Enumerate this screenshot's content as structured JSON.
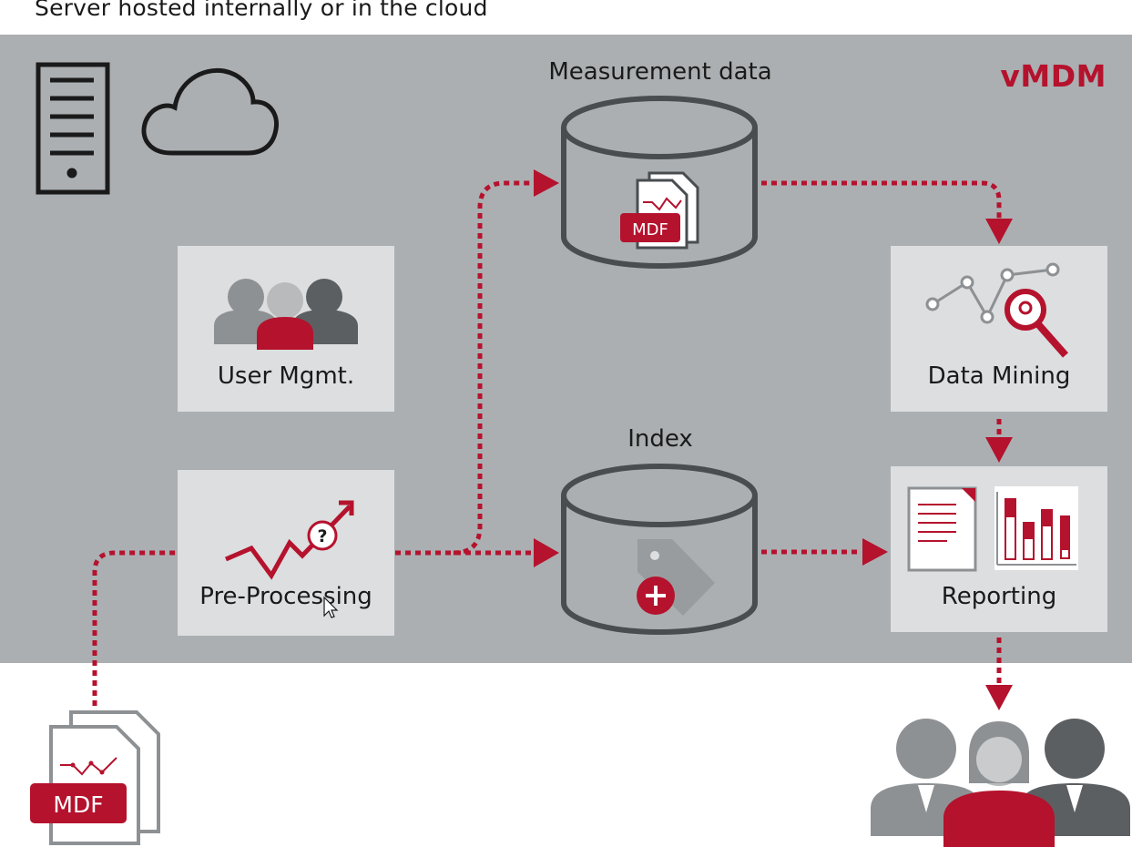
{
  "header": {
    "title": "Server hosted internally or in the cloud",
    "brand": "vMDM"
  },
  "databases": {
    "measurement": {
      "label": "Measurement data",
      "badge": "MDF"
    },
    "index": {
      "label": "Index"
    }
  },
  "modules": {
    "user_mgmt": "User Mgmt.",
    "pre_processing": "Pre-Processing",
    "data_mining": "Data Mining",
    "reporting": "Reporting"
  },
  "input_file": {
    "badge": "MDF"
  },
  "icons": [
    "server-icon",
    "cloud-icon",
    "users-icon",
    "trend-question-icon",
    "magnifier-chart-icon",
    "report-icon",
    "bar-chart-icon",
    "tag-plus-icon",
    "document-icon",
    "cursor-icon"
  ],
  "colors": {
    "accent": "#b5122d",
    "server_bg": "#abafb2",
    "box_bg": "#dcdee0",
    "db_stroke": "#4a4d50"
  }
}
